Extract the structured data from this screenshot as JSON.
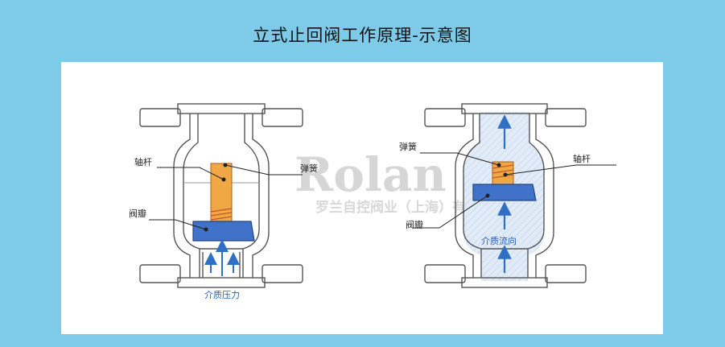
{
  "title": "立式止回阀工作原理-示意图",
  "left_valve": {
    "labels": {
      "stem": "轴杆",
      "spring": "弹簧",
      "disc": "阀瓣",
      "pressure": "介质压力"
    }
  },
  "right_valve": {
    "labels": {
      "spring": "弹簧",
      "stem": "轴杆",
      "disc": "阀瓣",
      "flow": "介质流向"
    }
  },
  "watermark": {
    "brand": "Rolan",
    "company": "罗兰自控阀业（上海）有限公司"
  },
  "colors": {
    "background": "#7dcbe9",
    "panel": "#ffffff",
    "disc": "#3f72c8",
    "stem": "#f0a845",
    "flow_arrow": "#2f6fc4",
    "flow_fill": "#dde9f7"
  }
}
